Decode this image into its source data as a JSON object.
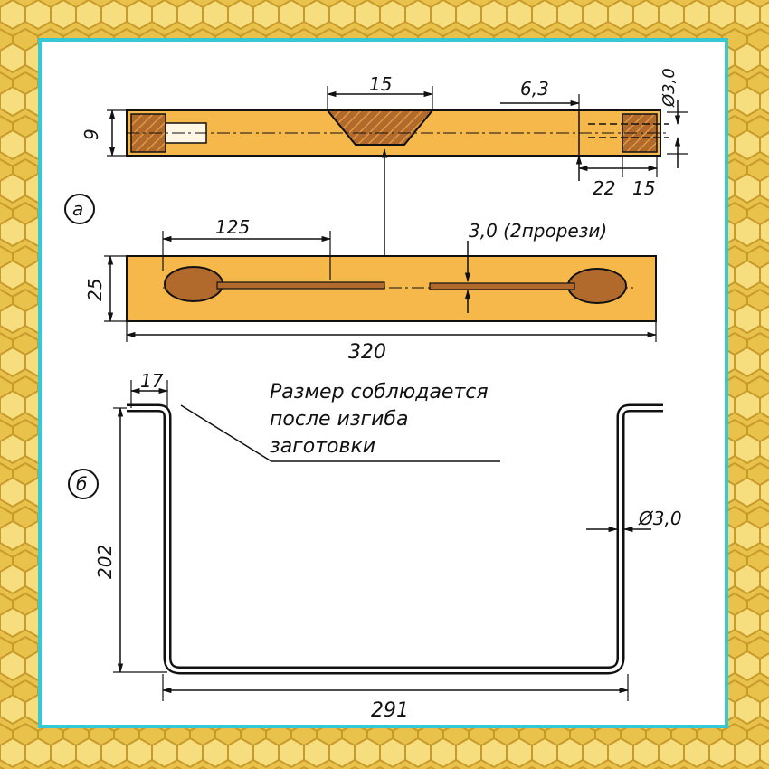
{
  "colors": {
    "border_gold": "#e8c24a",
    "border_light": "#f6de7e",
    "frame_cyan": "#36c8d6",
    "wood": "#f6b84a",
    "hatch": "#b26a2c",
    "line": "#111111"
  },
  "figure_a": {
    "label": "а",
    "dims": {
      "top_center": "15",
      "offset": "6,3",
      "hole_dia": "Ø3,0",
      "height": "9",
      "right_a": "22",
      "right_b": "15",
      "slot_len": "125",
      "slot_note": "3,0 (2прорези)",
      "width": "25",
      "length": "320"
    }
  },
  "figure_b": {
    "label": "б",
    "note_lines": [
      "Размер соблюдается",
      "после изгиба",
      "заготовки"
    ],
    "dims": {
      "flange": "17",
      "height": "202",
      "wire_dia": "Ø3,0",
      "width": "291"
    }
  }
}
